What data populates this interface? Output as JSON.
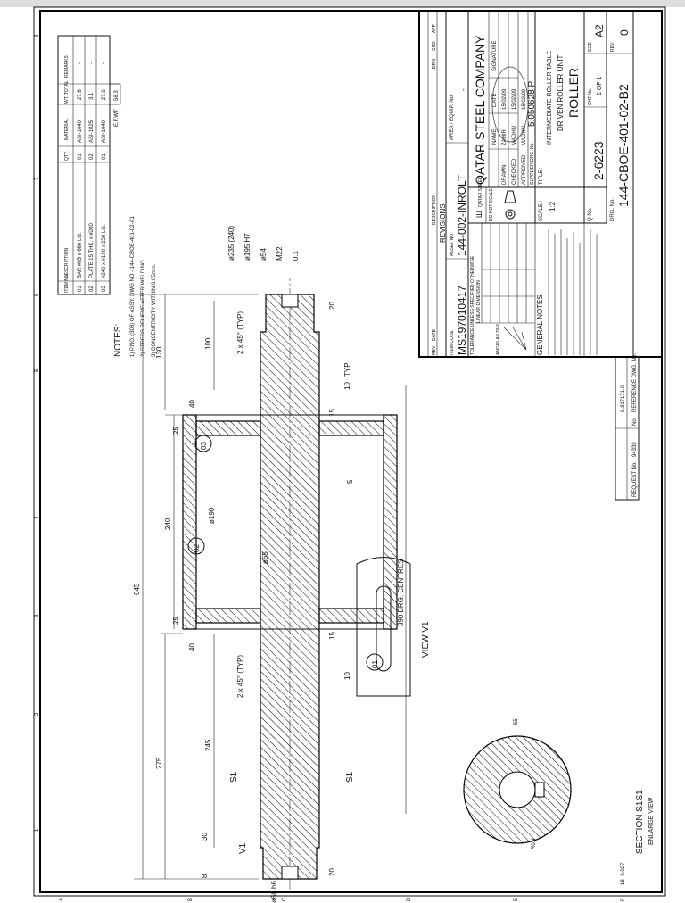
{
  "border": {
    "zone_numbers": [
      "1",
      "2",
      "3",
      "4",
      "5",
      "6",
      "7",
      "8"
    ],
    "zone_letters": [
      "A",
      "B",
      "C",
      "D",
      "E",
      "F"
    ]
  },
  "bom": {
    "headers": [
      "ITEM No.",
      "DESCRIPTION",
      "QTY.",
      "MATERIAL",
      "WT. TOTAL",
      "REMARKS"
    ],
    "rows": [
      {
        "item": "01",
        "description": "BAR #65 x 660 LG.",
        "qty": "01",
        "material": "ASI-1040",
        "wt": "27.6",
        "remarks": "-"
      },
      {
        "item": "02",
        "description": "PLATE 15 THK. x #200",
        "qty": "02",
        "material": "ASI-1025",
        "wt": "3.1",
        "remarks": "-"
      },
      {
        "item": "03",
        "description": "#240 x #190 x 250 LG.",
        "qty": "01",
        "material": "ASI-1040",
        "wt": "27.6",
        "remarks": "-"
      }
    ],
    "ef_wt_label": "E.F.WT",
    "ef_wt": "58.3"
  },
  "notes": {
    "title": "NOTES:",
    "items": [
      "1) P.NO. (303) OF ASSY. DWG NO - 144-CBOE-401-02-A1",
      "2) STRESS RELIEVE AFTER WELDING",
      "3) CONCENTRICITY WITHIN 0.05mm."
    ]
  },
  "drawing": {
    "dims": {
      "overall": "645",
      "left": "275",
      "drum": "240",
      "right": "130",
      "brg": "390 BRG. CENTRES",
      "d245": "245",
      "d100": "100",
      "d40a": "40",
      "d40b": "40",
      "d25a": "25",
      "d25b": "25",
      "d20a": "20",
      "d20b": "20",
      "d15a": "15",
      "d15b": "15",
      "d8": "8",
      "d30": "30",
      "chamfer1": "2 x 45° (TYP)",
      "chamfer2": "2 x 45° (TYP)",
      "dia240": "ø235 (240)",
      "dia195": "ø195 H7",
      "dia190": "ø190",
      "dia65": "ø65",
      "dia60": "ø60 h6",
      "dia54": "ø54",
      "m22": "M22",
      "weld1": "10",
      "weld2": "10",
      "weld_typ": "TYP",
      "fillet": "5",
      "centre": "0.1"
    },
    "balloons": [
      "01",
      "02",
      "03"
    ],
    "section_mark": "S1",
    "view_mark": "V1",
    "view_label": "VIEW V1",
    "section_label": "SECTION S1S1",
    "section_sub": "ENLARGE VIEW",
    "section_dims": [
      "18 -0.027",
      "R0.4",
      "55"
    ]
  },
  "reference": {
    "request_label": "REQUEST No.",
    "request_no": "94339",
    "ref_no_label": "No.",
    "ref_dwg_label": "REFERENCE DWG. No.",
    "ref_dash": "-",
    "ref_value": "8.317171.0"
  },
  "title_block": {
    "revisions": {
      "headers": [
        "REV",
        "DATE",
        "DESCRIPTION",
        "DRN",
        "CHD",
        "APP"
      ],
      "title": "REVISIONS",
      "blank": "-"
    },
    "item_code_label": "ITEM CODE",
    "item_code": "MS197010417",
    "asset_label": "ASSET NO.",
    "asset_no": "144-002-INROLT",
    "area_label": "AREA / EQUIP. No.",
    "area_value": "-",
    "tolerance_title": "TOLERANCE UNLESS SPECIFIED OTHERWISE",
    "linear_label": "LINEAR DIMENSION",
    "angular_label": "ANGULAR DIM.",
    "general_notes_title": "GENERAL NOTES",
    "do_not_scale": "DO NOT SCALE",
    "logo_text": "QATAR STEEL",
    "company": "QATAR STEEL COMPANY",
    "sign_headers": [
      "NAME",
      "DATE",
      "SIGNATURE"
    ],
    "sign_rows": [
      {
        "role": "DRAWN",
        "name": "ZAHIR",
        "date": "15/02/09"
      },
      {
        "role": "CHECKED",
        "name": "MADHU",
        "date": "15/02/09"
      },
      {
        "role": "APPROVED",
        "name": "MADHU",
        "date": "15/02/09"
      }
    ],
    "supplier_label": "SUPPLIER DRG. No.",
    "supplier_no": "5.050628 P",
    "scale_label": "SCALE :",
    "scale": "1:2",
    "title_label": "TITLE :",
    "title_lines": [
      "INTERMEDIATE ROLLER TABLE",
      "DRIVEN ROLLER UNIT",
      "ROLLER"
    ],
    "q_label": "Q No.",
    "q_no": "2-6223",
    "sht_label": "SHT No.",
    "sht": "1 OF 1",
    "size_label": "SIZE",
    "size": "A2",
    "drg_label": "DRG. No.",
    "drg_no": "144-CBOE-401-02-B2",
    "rev_label": "REV.",
    "rev": "0"
  }
}
